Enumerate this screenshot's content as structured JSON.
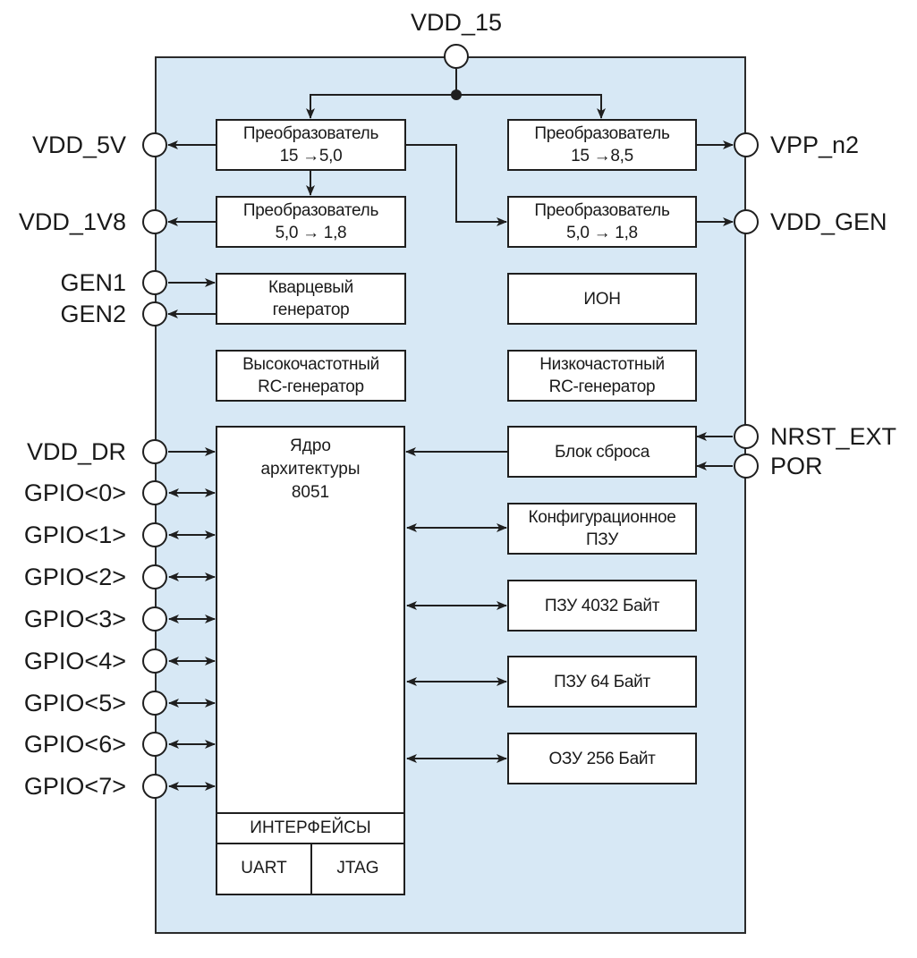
{
  "diagram": {
    "top_pin": {
      "label": "VDD_15"
    },
    "left_pins": [
      {
        "label": "VDD_5V",
        "direction": "out"
      },
      {
        "label": "VDD_1V8",
        "direction": "out"
      },
      {
        "label": "GEN1",
        "direction": "in"
      },
      {
        "label": "GEN2",
        "direction": "out"
      },
      {
        "label": "VDD_DR",
        "direction": "in"
      },
      {
        "label": "GPIO<0>",
        "direction": "bidir"
      },
      {
        "label": "GPIO<1>",
        "direction": "bidir"
      },
      {
        "label": "GPIO<2>",
        "direction": "bidir"
      },
      {
        "label": "GPIO<3>",
        "direction": "bidir"
      },
      {
        "label": "GPIO<4>",
        "direction": "bidir"
      },
      {
        "label": "GPIO<5>",
        "direction": "bidir"
      },
      {
        "label": "GPIO<6>",
        "direction": "bidir"
      },
      {
        "label": "GPIO<7>",
        "direction": "bidir"
      }
    ],
    "right_pins": [
      {
        "label": "VPP_n2",
        "direction": "out"
      },
      {
        "label": "VDD_GEN",
        "direction": "out"
      },
      {
        "label": "NRST_EXT",
        "direction": "in"
      },
      {
        "label": "POR",
        "direction": "in"
      }
    ],
    "blocks": {
      "conv_15_5": "Преобразователь\n15 →5,0",
      "conv_15_85": "Преобразователь\n15 →8,5",
      "conv_5_18_left": "Преобразователь\n5,0 → 1,8",
      "conv_5_18_right": "Преобразователь\n5,0 → 1,8",
      "crystal_osc": "Кварцевый\nгенератор",
      "ion": "ИОН",
      "hf_rc": "Высокочастотный\nRC-генератор",
      "lf_rc": "Низкочастотный\nRC-генератор",
      "reset": "Блок сброса",
      "config_rom": "Конфигурационное\nПЗУ",
      "rom_4032": "ПЗУ 4032 Байт",
      "rom_64": "ПЗУ 64 Байт",
      "ram_256": "ОЗУ 256 Байт"
    },
    "core": {
      "title": "Ядро\nархитектуры\n8051",
      "interfaces_label": "ИНТЕРФЕЙСЫ",
      "interfaces": [
        "UART",
        "JTAG"
      ]
    },
    "colors": {
      "chip_fill": "#d7e8f5",
      "line": "#1f1f1f",
      "block_fill": "#ffffff"
    }
  }
}
